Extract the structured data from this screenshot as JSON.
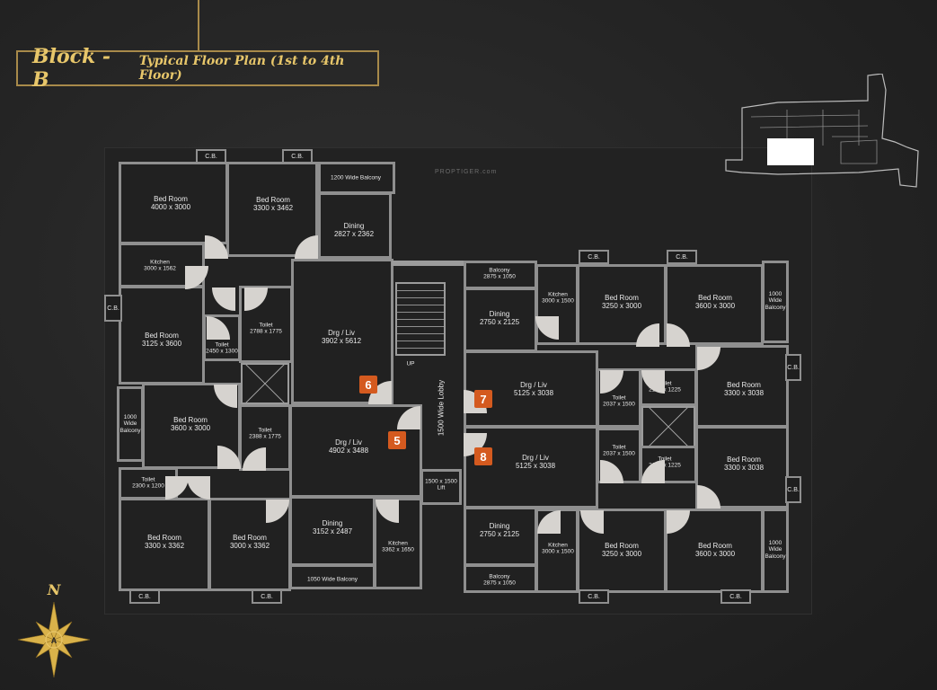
{
  "header": {
    "title": "Block - B",
    "subtitle": "Typical Floor Plan (1st to 4th Floor)"
  },
  "watermark": "PROPTIGER.com",
  "colors": {
    "gold": "#e7c66a",
    "marker": "#d45a1f",
    "wall": "#9b9b9b",
    "background": "#262626"
  },
  "compass": {
    "north_label": "N",
    "center_label": "A"
  },
  "rooms": {
    "br_4000": "Bed Room\n4000 x 3000",
    "br_3300_3462": "Bed Room\n3300 x 3462",
    "balcony_1200": "1200 Wide Balcony",
    "dining_2827": "Dining\n2827 x 2362",
    "kitchen_3000_1562": "Kitchen\n3000 x 1562",
    "br_3125": "Bed Room\n3125 x 3600",
    "toilet_2788": "Toilet\n2788 x 1775",
    "toilet_2450": "Toilet\n2450 x 1300",
    "drg_3902": "Drg / Liv\n3902 x 5612",
    "balcony_1000_left": "1000\nWide\nBalcony",
    "br_3600_left": "Bed Room\n3600 x 3000",
    "toilet_2388": "Toilet\n2388 x 1775",
    "drg_4902": "Drg / Liv\n4902 x 3488",
    "toilet_2300": "Toilet\n2300 x 1200",
    "br_3300_3362": "Bed Room\n3300 x 3362",
    "br_3000_3362": "Bed Room\n3000 x 3362",
    "dining_3152": "Dining\n3152 x 2487",
    "kitchen_3362": "Kitchen\n3362 x 1650",
    "balcony_1050": "1050 Wide Balcony",
    "lift": "1500 x 1500\nLift",
    "lobby": "1500  Wide Lobby",
    "up": "UP",
    "balcony_2875_top": "Balcony\n2875 x 1050",
    "dining_2750_top": "Dining\n2750 x 2125",
    "kitchen_3000_1500_top": "Kitchen\n3000 x 1500",
    "br_3250_top": "Bed Room\n3250 x 3000",
    "br_3600_top_right": "Bed Room\n3600 x 3000",
    "balcony_1000_right_top": "1000\nWide\nBalcony",
    "drg_5125_top": "Drg / Liv\n5125 x 3038",
    "toilet_2037_top": "Toilet\n2037 x 1500",
    "toilet_2100_top": "Toilet\n2100 x 1225",
    "br_3300_3038_top": "Bed Room\n3300 x 3038",
    "drg_5125_bottom": "Drg / Liv\n5125 x 3038",
    "toilet_2037_bottom": "Toilet\n2037 x 1500",
    "toilet_2100_bottom": "Toilet\n2100 x 1225",
    "br_3300_3038_bottom": "Bed Room\n3300 x 3038",
    "dining_2750_bottom": "Dining\n2750 x 2125",
    "kitchen_3000_1500_bottom": "Kitchen\n3000 x 1500",
    "br_3250_bottom": "Bed Room\n3250 x 3000",
    "br_3600_bottom_right": "Bed Room\n3600 x 3000",
    "balcony_1000_right_bottom": "1000\nWide\nBalcony",
    "balcony_2875_bottom": "Balcony\n2875 x 1050"
  },
  "cb_label": "C.B.",
  "markers": [
    "6",
    "5",
    "7",
    "8"
  ]
}
